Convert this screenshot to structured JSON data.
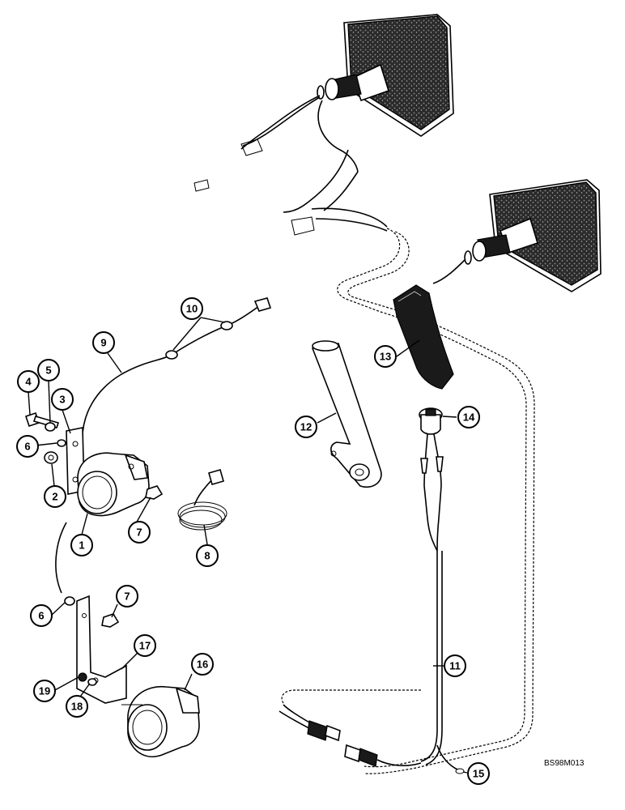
{
  "figure_code": "BS98M013",
  "callouts": [
    {
      "id": "c1",
      "label": "1"
    },
    {
      "id": "c2",
      "label": "2"
    },
    {
      "id": "c3",
      "label": "3"
    },
    {
      "id": "c4",
      "label": "4"
    },
    {
      "id": "c5",
      "label": "5"
    },
    {
      "id": "c6a",
      "label": "6"
    },
    {
      "id": "c6b",
      "label": "6"
    },
    {
      "id": "c7a",
      "label": "7"
    },
    {
      "id": "c7b",
      "label": "7"
    },
    {
      "id": "c8",
      "label": "8"
    },
    {
      "id": "c9",
      "label": "9"
    },
    {
      "id": "c10",
      "label": "10"
    },
    {
      "id": "c11",
      "label": "11"
    },
    {
      "id": "c12",
      "label": "12"
    },
    {
      "id": "c13",
      "label": "13"
    },
    {
      "id": "c14",
      "label": "14"
    },
    {
      "id": "c15",
      "label": "15"
    },
    {
      "id": "c16",
      "label": "16"
    },
    {
      "id": "c17",
      "label": "17"
    },
    {
      "id": "c18",
      "label": "18"
    },
    {
      "id": "c19",
      "label": "19"
    }
  ]
}
